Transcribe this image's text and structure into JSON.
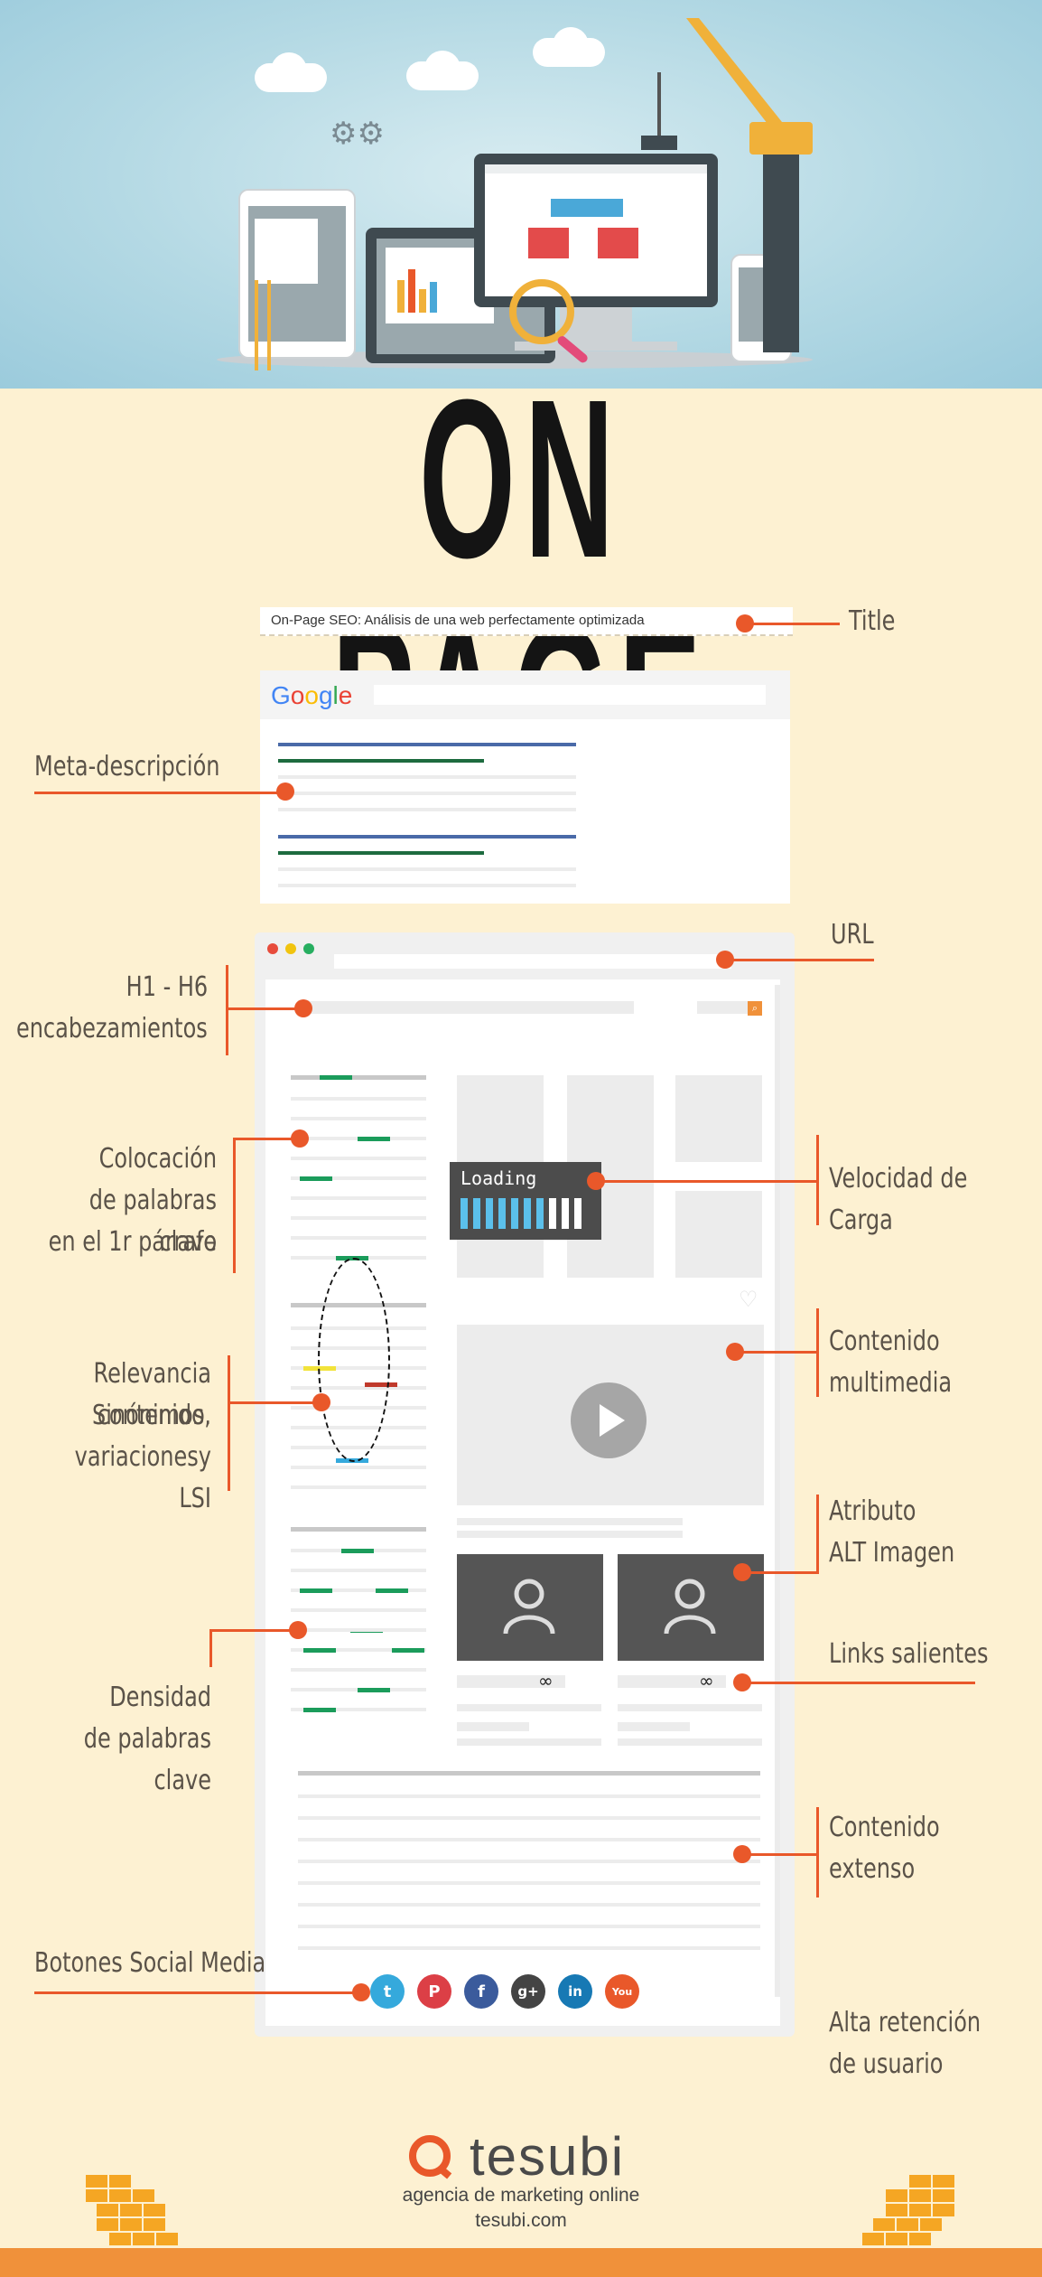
{
  "header": {
    "title": "ON PAGE"
  },
  "title_bar": {
    "text": "On-Page SEO: Análisis de una web perfectamente optimizada"
  },
  "search": {
    "logo": "Google"
  },
  "browser": {
    "loading_text": "Loading"
  },
  "labels": {
    "title": "Title",
    "meta": "Meta-descripción",
    "url": "URL",
    "h1": [
      "H1 - H6",
      "encabezamientos"
    ],
    "colocacion": [
      "Colocación",
      "de palabras clave",
      "en el 1r párrafo"
    ],
    "velocidad": "Velocidad de Carga",
    "relevancia": [
      "Relevancia contenido.",
      "Sinónimos,",
      "variacionesy LSI"
    ],
    "multimedia": "Contenido multimedia",
    "alt": [
      "Atributo",
      "ALT Imagen"
    ],
    "links": "Links salientes",
    "densidad": [
      "Densidad",
      "de palabras clave"
    ],
    "extenso": [
      "Contenido",
      "extenso"
    ],
    "social": "Botones Social Media",
    "retencion": [
      "Alta retención",
      "de usuario"
    ]
  },
  "social_buttons": [
    {
      "name": "twitter-icon",
      "glyph": "t",
      "color": "#35a9dc"
    },
    {
      "name": "pinterest-icon",
      "glyph": "P",
      "color": "#dc3f46"
    },
    {
      "name": "facebook-icon",
      "glyph": "f",
      "color": "#3b5b9c"
    },
    {
      "name": "googleplus-icon",
      "glyph": "g+",
      "color": "#444444"
    },
    {
      "name": "linkedin-icon",
      "glyph": "in",
      "color": "#1779b4"
    },
    {
      "name": "youtube-icon",
      "glyph": "You",
      "color": "#e9582a"
    }
  ],
  "footer": {
    "brand": "tesubi",
    "tagline": "agencia de marketing online",
    "url": "tesubi.com"
  },
  "colors": {
    "accent": "#e9582a",
    "background": "#fdf1d2",
    "sky": "#a6d2e0"
  }
}
